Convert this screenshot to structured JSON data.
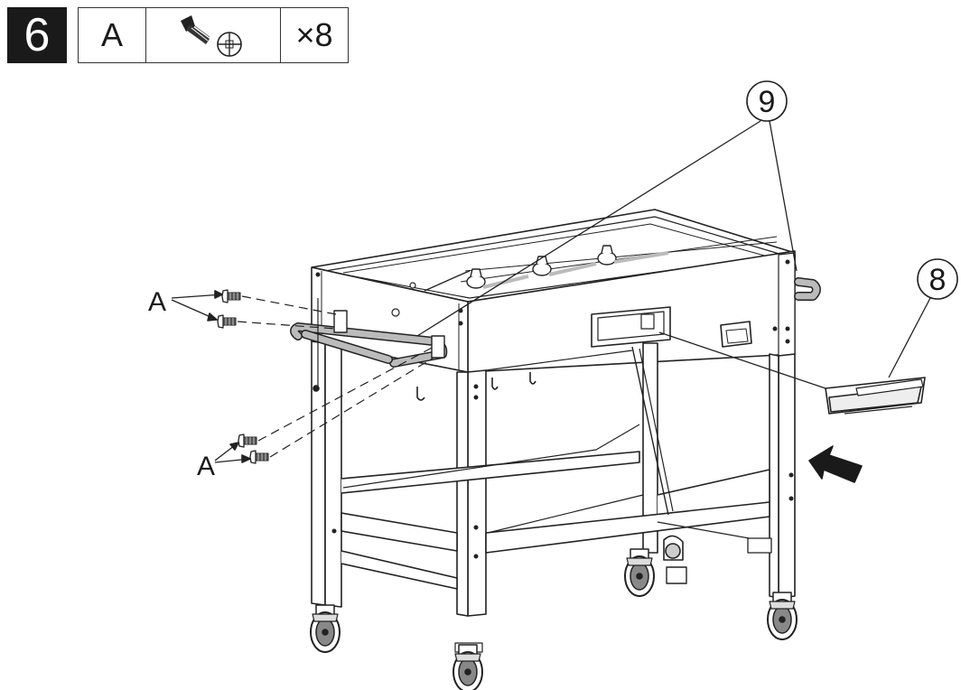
{
  "step": {
    "number": "6"
  },
  "parts": {
    "letter": "A",
    "quantity": "×8",
    "icon": "screw-icon"
  },
  "callouts": {
    "part_9": "9",
    "part_8": "8"
  },
  "labels": {
    "screws_upper": "A",
    "screws_lower": "A"
  }
}
